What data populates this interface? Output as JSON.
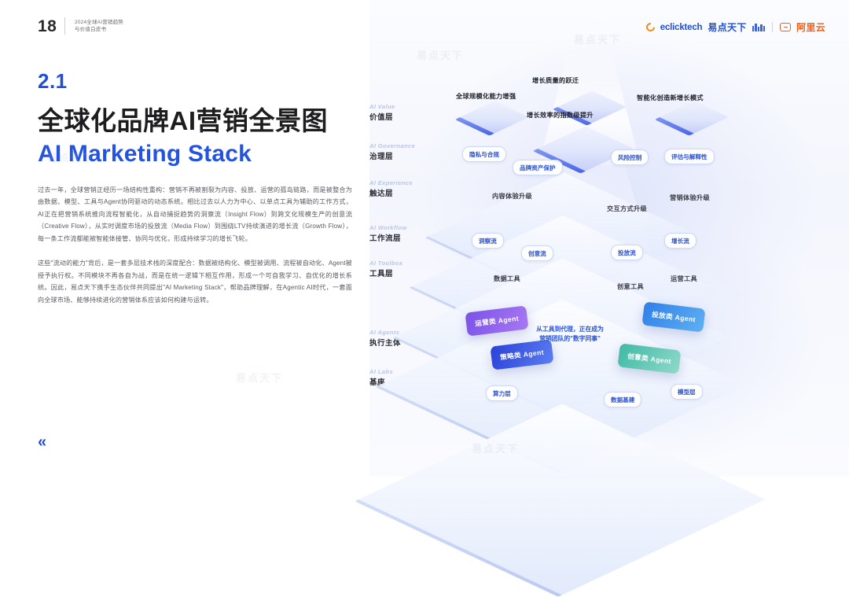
{
  "header": {
    "page_number": "18",
    "subtitle_line1": "2024全球AI营销趋势",
    "subtitle_line2": "与价值白皮书",
    "brand_eclicktech": "eclicktech",
    "brand_yidian": "易点天下",
    "brand_aliyun": "阿里云"
  },
  "left": {
    "section_number": "2.1",
    "title_cn": "全球化品牌AI营销全景图",
    "title_en": "AI Marketing Stack",
    "paragraph_1": "过去一年，全球营销正经历一场结构性重构：营销不再被割裂为内容、投放、运营的孤岛链路，而是被整合为由数据、模型、工具与Agent协同驱动的动态系统。相比过去以人力为中心、以单点工具为辅助的工作方式，AI正在把营销系统推向流程智能化，从自动捕捉趋势的洞察流（Insight Flow）到跨文化规模生产的创意流（Creative Flow），从实时调度市场的投放流（Media Flow）到围绕LTV持续演进的增长流（Growth Flow），每一条工作流都能被智能体接管、协同与优化，形成持续学习的增长飞轮。",
    "paragraph_2": "这些\"流动的能力\"背后，是一套多层技术栈的深度配合：数据被结构化、模型被调用、流程被自动化、Agent被授予执行权。不同模块不再各自为战，而是在统一逻辑下相互作用，形成一个可自我学习、自优化的增长系统。因此，易点天下携手生态伙伴共同提出\"AI Marketing Stack\"，帮助品牌理解，在Agentic AI时代，一套面向全球市场、能够持续进化的营销体系应该如何构建与运转。",
    "chevron": "«"
  },
  "diagram": {
    "layers": [
      {
        "id": "value",
        "cap_en": "AI Value",
        "cap_cn": "价值层"
      },
      {
        "id": "governance",
        "cap_en": "AI Governance",
        "cap_cn": "治理层"
      },
      {
        "id": "experience",
        "cap_en": "AI Experience",
        "cap_cn": "触达层"
      },
      {
        "id": "workflow",
        "cap_en": "AI Workflow",
        "cap_cn": "工作流层"
      },
      {
        "id": "toolbox",
        "cap_en": "AI Toolbox",
        "cap_cn": "工具层"
      },
      {
        "id": "agents",
        "cap_en": "AI Agents",
        "cap_cn": "执行主体"
      },
      {
        "id": "labs",
        "cap_en": "AI Labs",
        "cap_cn": "基座"
      }
    ],
    "value_items": [
      "全球规模化能力增强",
      "增长质量的跃迁",
      "增长效率的指数级提升",
      "智能化创造新增长模式"
    ],
    "governance_items": [
      "隐私与合规",
      "品牌资产保护",
      "风险控制",
      "评估与解释性"
    ],
    "experience_items": [
      "内容体验升级",
      "交互方式升级",
      "营销体验升级"
    ],
    "workflow_items": [
      "洞察流",
      "创意流",
      "投放流",
      "增长流"
    ],
    "toolbox_items": [
      "数据工具",
      "创意工具",
      "运营工具"
    ],
    "agents": [
      {
        "label": "运营类 Agent",
        "color": "#8a5ced"
      },
      {
        "label": "投放类 Agent",
        "color": "#3f8ee8"
      },
      {
        "label": "策略类 Agent",
        "color": "#2f47dc"
      },
      {
        "label": "创意类 Agent",
        "color": "#4cc0ad"
      }
    ],
    "agent_note_line1": "从工具到代理，正在成为",
    "agent_note_line2": "营销团队的\"数字同事\"",
    "labs_items": [
      "算力层",
      "数据基建",
      "模型层"
    ]
  },
  "colors": {
    "accent_blue": "#2453e0",
    "title_dark": "#1d1d1f",
    "brand_orange": "#f0601a",
    "chip_text": "#2a52d6"
  }
}
